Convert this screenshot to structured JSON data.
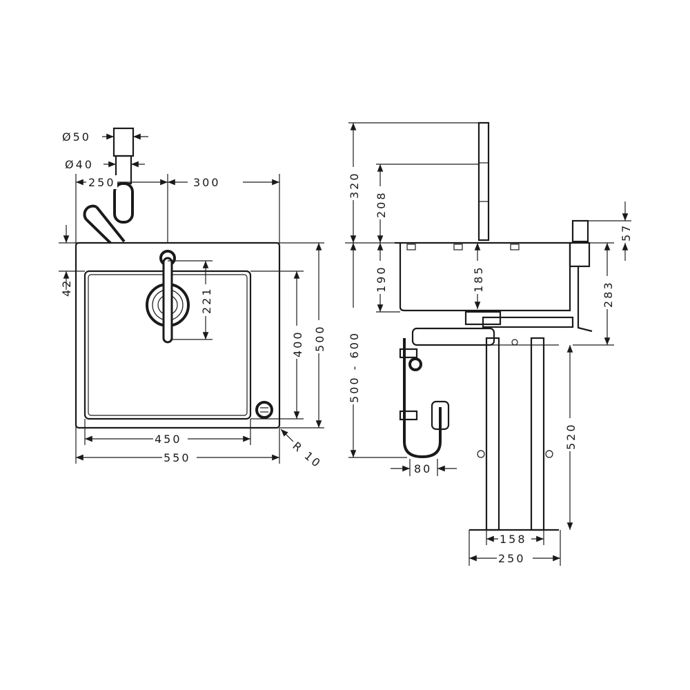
{
  "title": "Sink combination dimension drawing",
  "top_view": {
    "dims": {
      "outlet_large": "Ø50",
      "outlet_small": "Ø40",
      "left_offset": "250",
      "right_offset": "300",
      "rim_depth": "42",
      "faucet_reach": "221",
      "bowl_depth": "400",
      "sink_depth": "500",
      "bowl_width": "450",
      "sink_width": "550",
      "corner_radius": "R 10"
    }
  },
  "side_view": {
    "dims": {
      "faucet_height": "320",
      "spout_height": "208",
      "bowl_height": "190",
      "drain_depth": "185",
      "valve_height": "57",
      "valve_depth": "283",
      "cabinet_height": "500 - 600",
      "stand_height": "520",
      "trap_offset": "80",
      "stand_inner_width": "158",
      "stand_outer_width": "250"
    }
  }
}
